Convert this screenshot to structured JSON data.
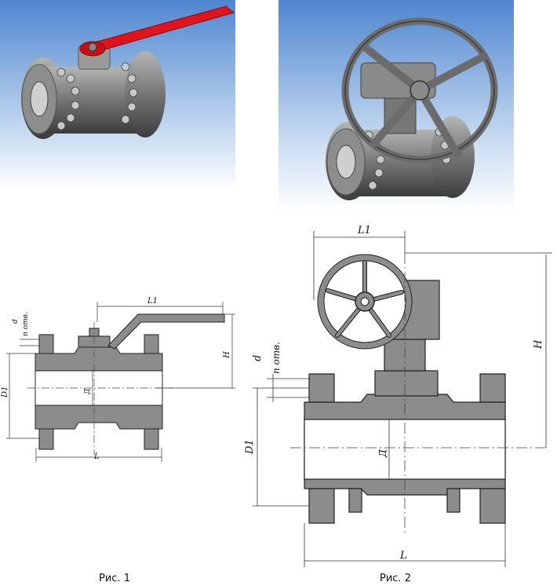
{
  "figures": [
    {
      "caption": "Рис. 1",
      "labels": {
        "L1": "L1",
        "d": "d",
        "n_holes": "n отв.",
        "H": "H",
        "D1": "D1",
        "bore": "Д",
        "L": "L"
      }
    },
    {
      "caption": "Рис. 2",
      "labels": {
        "L1": "L1",
        "d": "d",
        "n_holes": "n отв.",
        "H": "H",
        "D1": "D1",
        "bore": "Д",
        "L": "L"
      }
    }
  ],
  "colors": {
    "body": "#8c8c8c",
    "handle": "#e0141c",
    "sky_top": "#5a8fd4",
    "sky_bottom": "#ffffff",
    "metal_light": "#a8a8a8",
    "metal_dark": "#3f3f3f"
  }
}
